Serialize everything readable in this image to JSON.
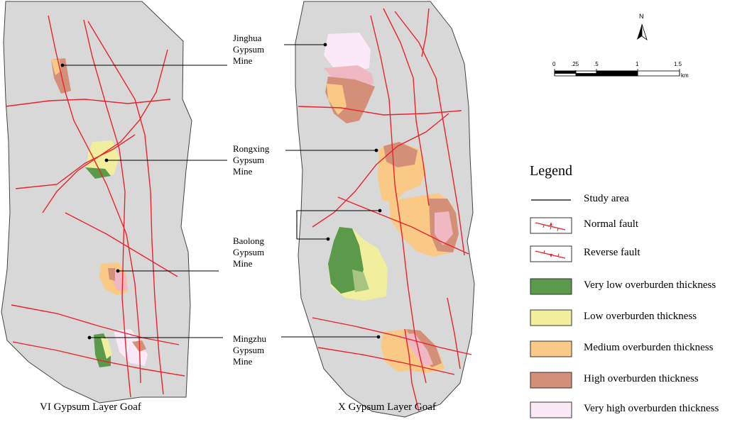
{
  "panels": {
    "left_title": "VI Gypsum Layer Goaf",
    "right_title": "X Gypsum Layer Goaf"
  },
  "mines": [
    {
      "label": "Jinghua\nGypsum\nMine"
    },
    {
      "label": "Rongxing\nGypsum\nMine"
    },
    {
      "label": "Baolong\nGypsum\nMine"
    },
    {
      "label": "Mingzhu\nGypsum\nMine"
    }
  ],
  "north_arrow": {
    "letter": "N"
  },
  "scale_bar": {
    "ticks": [
      "0",
      ".25",
      ".5",
      "1",
      "1.5"
    ],
    "unit": "km"
  },
  "legend": {
    "title": "Legend",
    "items": [
      {
        "label": "Study area",
        "symbol": "line",
        "color": "#000000"
      },
      {
        "label": "Normal fault",
        "symbol": "normal-fault",
        "color": "#e8232b"
      },
      {
        "label": "Reverse fault",
        "symbol": "reverse-fault",
        "color": "#e8232b"
      },
      {
        "label": "Very low overburden thickness",
        "symbol": "fill",
        "color": "#5a9a4a"
      },
      {
        "label": "Low overburden thickness",
        "symbol": "fill",
        "color": "#f1ef9e"
      },
      {
        "label": "Medium overburden thickness",
        "symbol": "fill",
        "color": "#f9c985"
      },
      {
        "label": "High overburden thickness",
        "symbol": "fill",
        "color": "#d48f78"
      },
      {
        "label": "Very high overburden thickness",
        "symbol": "fill",
        "color": "#fbe9f7"
      }
    ]
  },
  "colors": {
    "study_area_fill": "#d8d8d8",
    "fault": "#e8232b",
    "very_high_pink": "#f0b8c2"
  }
}
